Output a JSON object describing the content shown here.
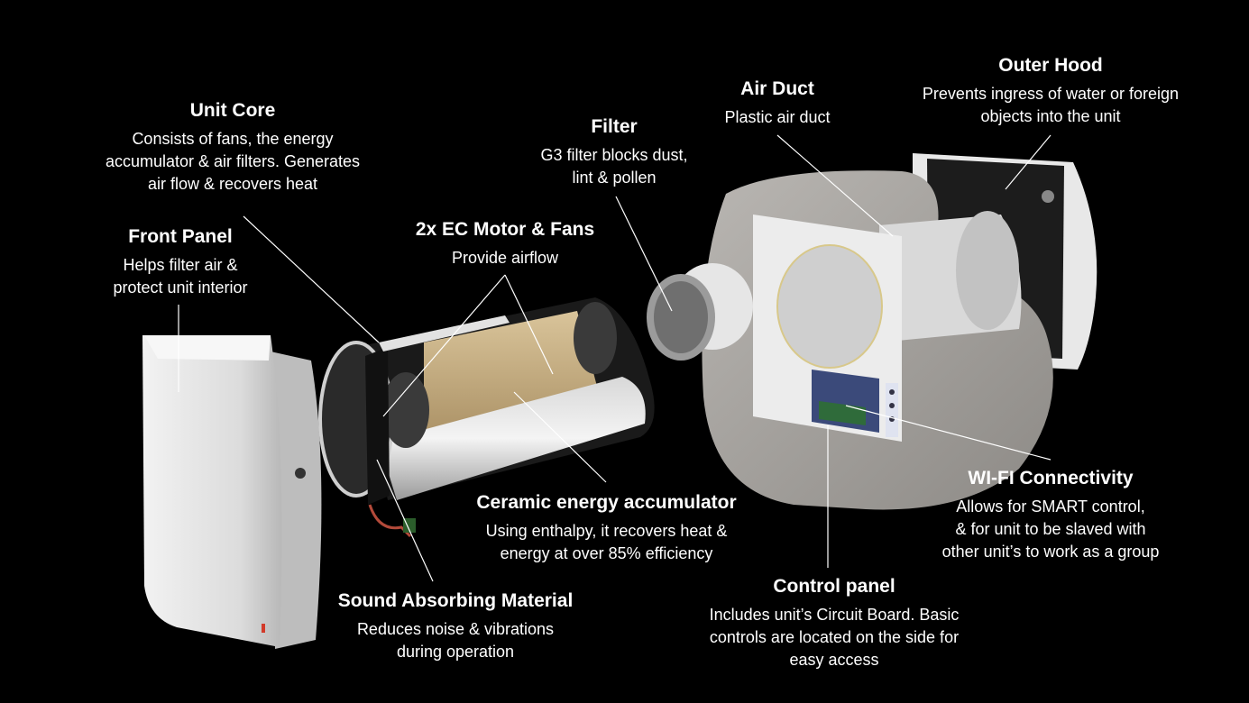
{
  "background": "#000000",
  "line_color": "#ffffff",
  "callouts": {
    "outer_hood": {
      "title": "Outer Hood",
      "desc": "Prevents ingress of water or foreign\nobjects into the unit"
    },
    "air_duct": {
      "title": "Air Duct",
      "desc": "Plastic air duct"
    },
    "filter": {
      "title": "Filter",
      "desc": "G3 filter blocks dust,\nlint & pollen"
    },
    "unit_core": {
      "title": "Unit Core",
      "desc": "Consists of fans, the energy\naccumulator & air filters. Generates\nair flow & recovers heat"
    },
    "front_panel": {
      "title": "Front Panel",
      "desc": "Helps filter air &\nprotect unit interior"
    },
    "motor_fans": {
      "title": "2x EC Motor & Fans",
      "desc": "Provide airflow"
    },
    "ceramic": {
      "title": "Ceramic energy accumulator",
      "desc": "Using enthalpy, it recovers heat &\nenergy at over 85% efficiency"
    },
    "sound": {
      "title": "Sound Absorbing Material",
      "desc": "Reduces noise & vibrations\nduring operation"
    },
    "control_panel": {
      "title": "Control panel",
      "desc": "Includes unit’s Circuit Board. Basic\ncontrols are located on the side for\neasy access"
    },
    "wifi": {
      "title": "WI-FI Connectivity",
      "desc": "Allows for SMART control,\n& for unit to be slaved with\nother unit’s to work as a group"
    }
  }
}
